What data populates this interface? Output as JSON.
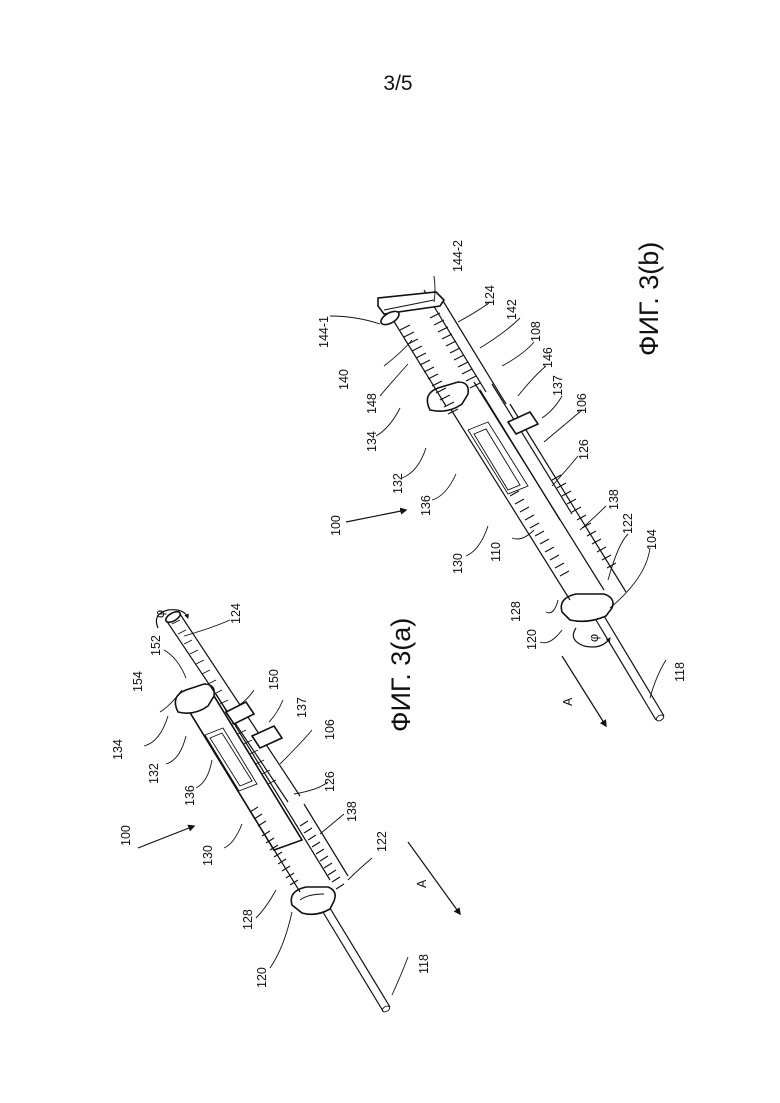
{
  "page": {
    "number": "3/5"
  },
  "figures": [
    {
      "id": "a",
      "caption": "ФИГ. 3(a)",
      "labels": [
        "100",
        "120",
        "128",
        "130",
        "136",
        "132",
        "134",
        "154",
        "152",
        "φ",
        "124",
        "150",
        "137",
        "106",
        "126",
        "138",
        "122",
        "118",
        "A"
      ]
    },
    {
      "id": "b",
      "caption": "ФИГ. 3(b)",
      "labels": [
        "100",
        "130",
        "136",
        "132",
        "134",
        "148",
        "140",
        "144-1",
        "144-2",
        "124",
        "142",
        "108",
        "146",
        "137",
        "106",
        "126",
        "138",
        "122",
        "104",
        "110",
        "128",
        "120",
        "φ",
        "118",
        "A"
      ]
    }
  ]
}
